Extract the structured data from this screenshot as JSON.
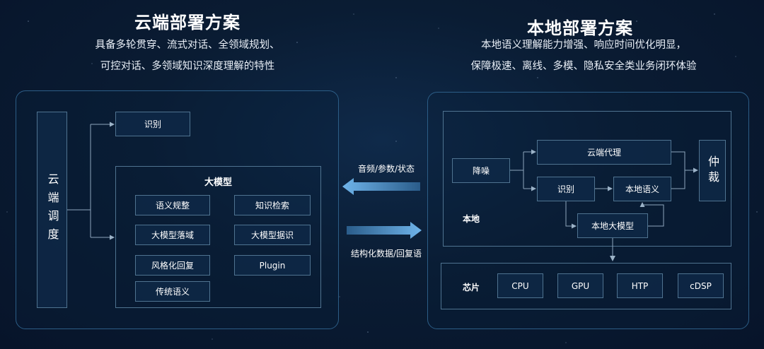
{
  "cloud": {
    "title": "云端部署方案",
    "desc_line1": "具备多轮贯穿、流式对话、全领域规划、",
    "desc_line2": "可控对话、多领域知识深度理解的特性",
    "dispatch": "云端调度",
    "recognize": "识别",
    "model_title": "大模型",
    "modules": [
      "语义规整",
      "知识检索",
      "大模型落域",
      "大模型据识",
      "风格化回复",
      "Plugin",
      "传统语义"
    ]
  },
  "middle": {
    "top_label": "音频/参数/状态",
    "bottom_label": "结构化数据/回复语"
  },
  "local": {
    "title": "本地部署方案",
    "desc_line1": "本地语义理解能力增强、响应时间优化明显，",
    "desc_line2": "保障极速、离线、多模、隐私安全类业务闭环体验",
    "denoise": "降噪",
    "cloud_agent": "云端代理",
    "recognize": "识别",
    "local_semantic": "本地语义",
    "local_model": "本地大模型",
    "arbitration": "仲裁",
    "local_label": "本地",
    "chip_label": "芯片",
    "chips": [
      "CPU",
      "GPU",
      "HTP",
      "cDSP"
    ]
  },
  "colors": {
    "background": "#0a1c33",
    "box_border": "#4f7390",
    "arrow": "#5fa8e0",
    "panel_border": "#2c5d86"
  }
}
